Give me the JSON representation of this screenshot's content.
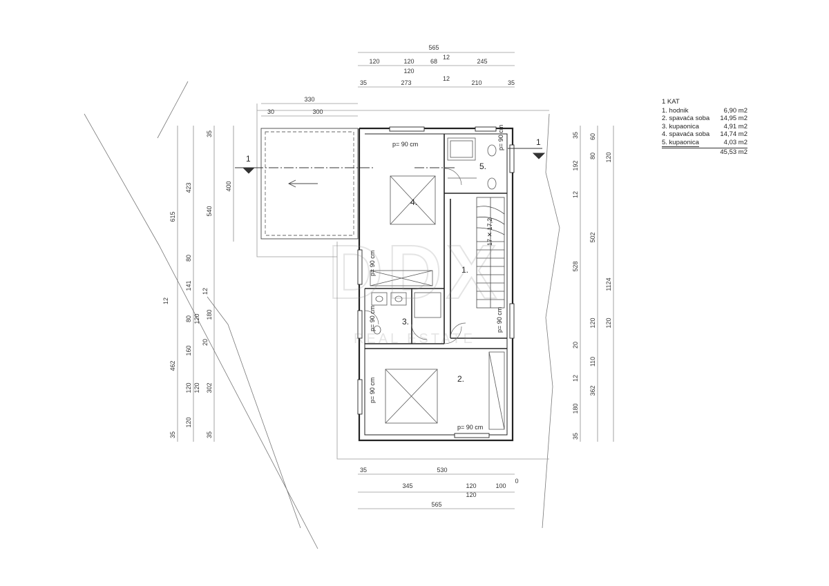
{
  "legend": {
    "title": "1 KAT",
    "rooms": [
      {
        "name": "1. hodnik",
        "area": "6,90 m2"
      },
      {
        "name": "2. spavaća soba",
        "area": "14,95 m2"
      },
      {
        "name": "3. kupaonica",
        "area": "4,91 m2"
      },
      {
        "name": "4. spavaća soba",
        "area": "14,74 m2"
      },
      {
        "name": "5. kupaonica",
        "area": "4,03 m2"
      }
    ],
    "total": "45,53 m2"
  },
  "rooms": {
    "r1": "1.",
    "r2": "2.",
    "r3": "3.",
    "r4": "4.",
    "r5": "5."
  },
  "doors": {
    "d_top": "p= 90 cm",
    "d_bottom": "p= 90 cm",
    "d_5": "p= 90 cm",
    "d_4": "p= 90 cm",
    "d_3": "p= 90 cm",
    "d_hall": "p= 90 cm",
    "d_2": "p= 90 cm"
  },
  "section_marks": {
    "left": "1",
    "right": "1"
  },
  "stair_label": "17 ✕ 17,2",
  "watermark": {
    "logo": "DDX",
    "sub": "REAL ESTATE"
  },
  "dims_top": {
    "total": "565",
    "a1": "120",
    "a2": "120",
    "a3": "68",
    "a4": "12",
    "a5": "245",
    "a6": "120",
    "b1": "35",
    "b2": "273",
    "b3": "12",
    "b4": "210",
    "b5": "35",
    "c1": "330",
    "c2": "30",
    "c3": "300"
  },
  "dims_bottom": {
    "a1": "35",
    "a2": "530",
    "b1": "345",
    "b2": "120",
    "b3": "100",
    "b4": "0",
    "b5": "120",
    "c1": "565"
  },
  "dims_left": {
    "l1": "615",
    "l2": "12",
    "l3": "462",
    "l4": "35",
    "m1": "423",
    "m2": "80",
    "m3": "141",
    "m4": "80",
    "m5": "160",
    "m6": "120",
    "m7": "120",
    "n1": "35",
    "n2": "540",
    "n3": "12",
    "n4": "120",
    "n5": "20",
    "n6": "120",
    "n7": "302",
    "n8": "35",
    "o1": "180",
    "o2": "400"
  },
  "dims_right": {
    "r1": "35",
    "r2": "192",
    "r3": "12",
    "r4": "528",
    "r5": "20",
    "r6": "12",
    "r7": "180",
    "r8": "35",
    "s1": "60",
    "s2": "80",
    "s3": "502",
    "s4": "120",
    "s5": "110",
    "s6": "362",
    "t1": "120",
    "t2": "120",
    "t3": "1124"
  }
}
